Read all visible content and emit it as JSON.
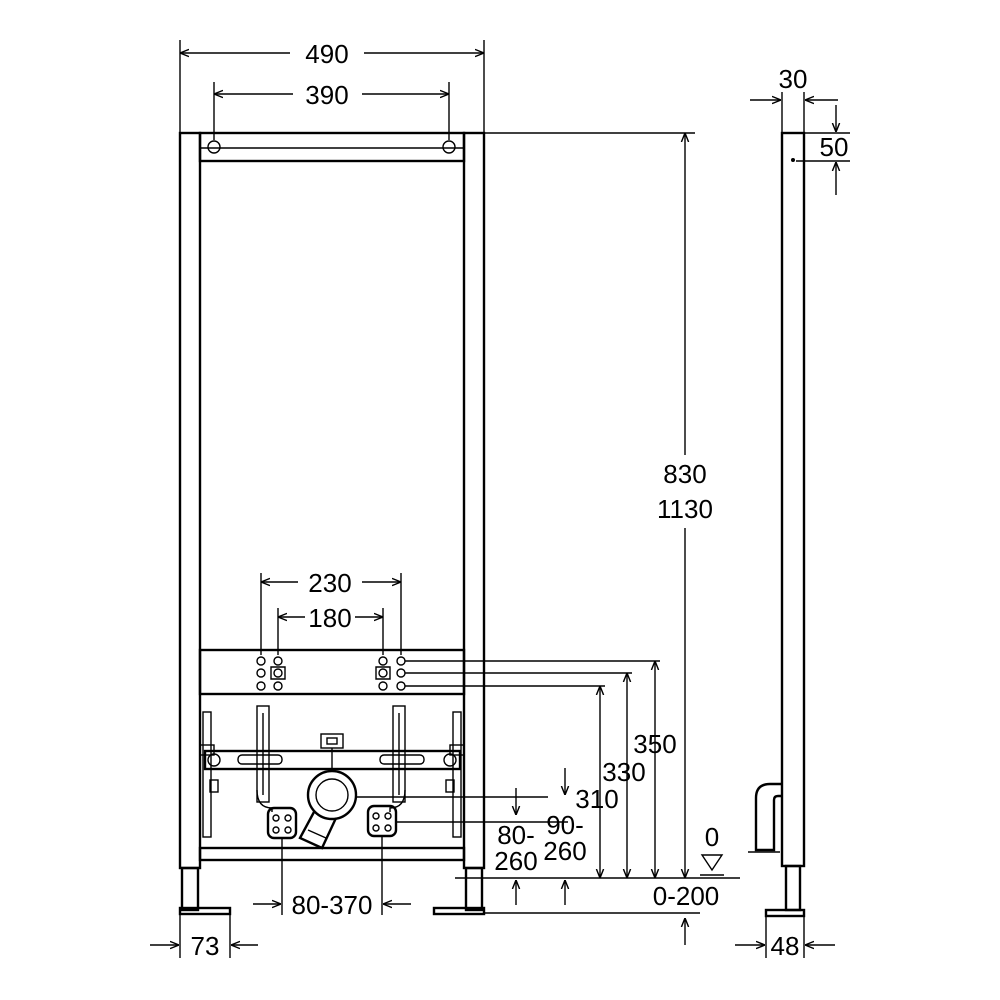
{
  "front_view": {
    "overall_width": "490",
    "mount_hole_spacing": "390",
    "water_connection_spacing_outer": "230",
    "water_connection_spacing_inner": "180",
    "foot_width": "73",
    "mounting_range": "80-370",
    "height_options": [
      "830",
      "1130"
    ],
    "connection_height_350": "350",
    "connection_height_330": "330",
    "connection_height_310": "310",
    "drain_offset_a_line1": "80-",
    "drain_offset_a_line2": "260",
    "drain_offset_b_line1": "90-",
    "drain_offset_b_line2": "260",
    "floor_level": "0",
    "foot_adjustment": "0-200"
  },
  "side_view": {
    "frame_depth": "30",
    "top_offset": "50",
    "foot_depth": "48"
  }
}
